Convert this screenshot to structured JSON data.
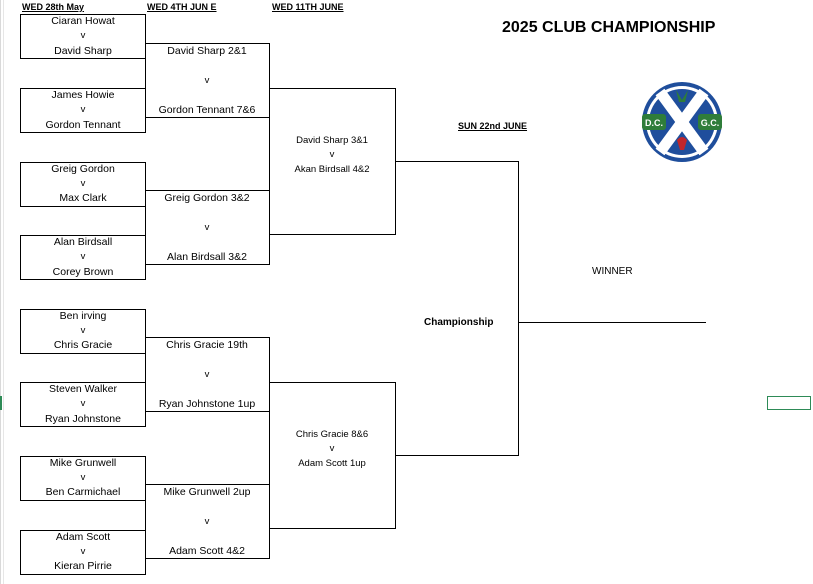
{
  "headers": {
    "round1": "WED 28th May",
    "round2": "WED 4TH JUN E",
    "round3": "WED 11TH JUNE",
    "final_date": "SUN 22nd JUNE"
  },
  "title": "2025 CLUB CHAMPIONSHIP",
  "vs": "v",
  "round1": [
    {
      "top": "Ciaran Howat",
      "bottom": "David Sharp"
    },
    {
      "top": "James Howie",
      "bottom": "Gordon Tennant"
    },
    {
      "top": "Greig Gordon",
      "bottom": "Max Clark"
    },
    {
      "top": "Alan Birdsall",
      "bottom": "Corey Brown"
    },
    {
      "top": "Ben irving",
      "bottom": "Chris Gracie"
    },
    {
      "top": "Steven Walker",
      "bottom": "Ryan Johnstone"
    },
    {
      "top": "Mike Grunwell",
      "bottom": "Ben Carmichael"
    },
    {
      "top": "Adam Scott",
      "bottom": "Kieran Pirrie"
    }
  ],
  "round2": [
    {
      "top": "David Sharp 2&1",
      "bottom": "Gordon Tennant 7&6"
    },
    {
      "top": "Greig Gordon 3&2",
      "bottom": "Alan Birdsall 3&2"
    },
    {
      "top": "Chris Gracie 19th",
      "bottom": "Ryan Johnstone 1up"
    },
    {
      "top": "Mike Grunwell 2up",
      "bottom": "Adam Scott 4&2"
    }
  ],
  "round3": [
    {
      "top": "David Sharp 3&1",
      "bottom": "Akan Birdsall 4&2"
    },
    {
      "top": "Chris Gracie 8&6",
      "bottom": "Adam Scott 1up"
    }
  ],
  "final_label": "Championship",
  "winner_label": "WINNER",
  "logo": {
    "left": "D.C.",
    "right": "G.C.",
    "icon": "club-crest-saltire-icon",
    "colors": {
      "blue": "#1f4e9c",
      "green": "#2f7d3a",
      "red": "#c0262b"
    }
  }
}
